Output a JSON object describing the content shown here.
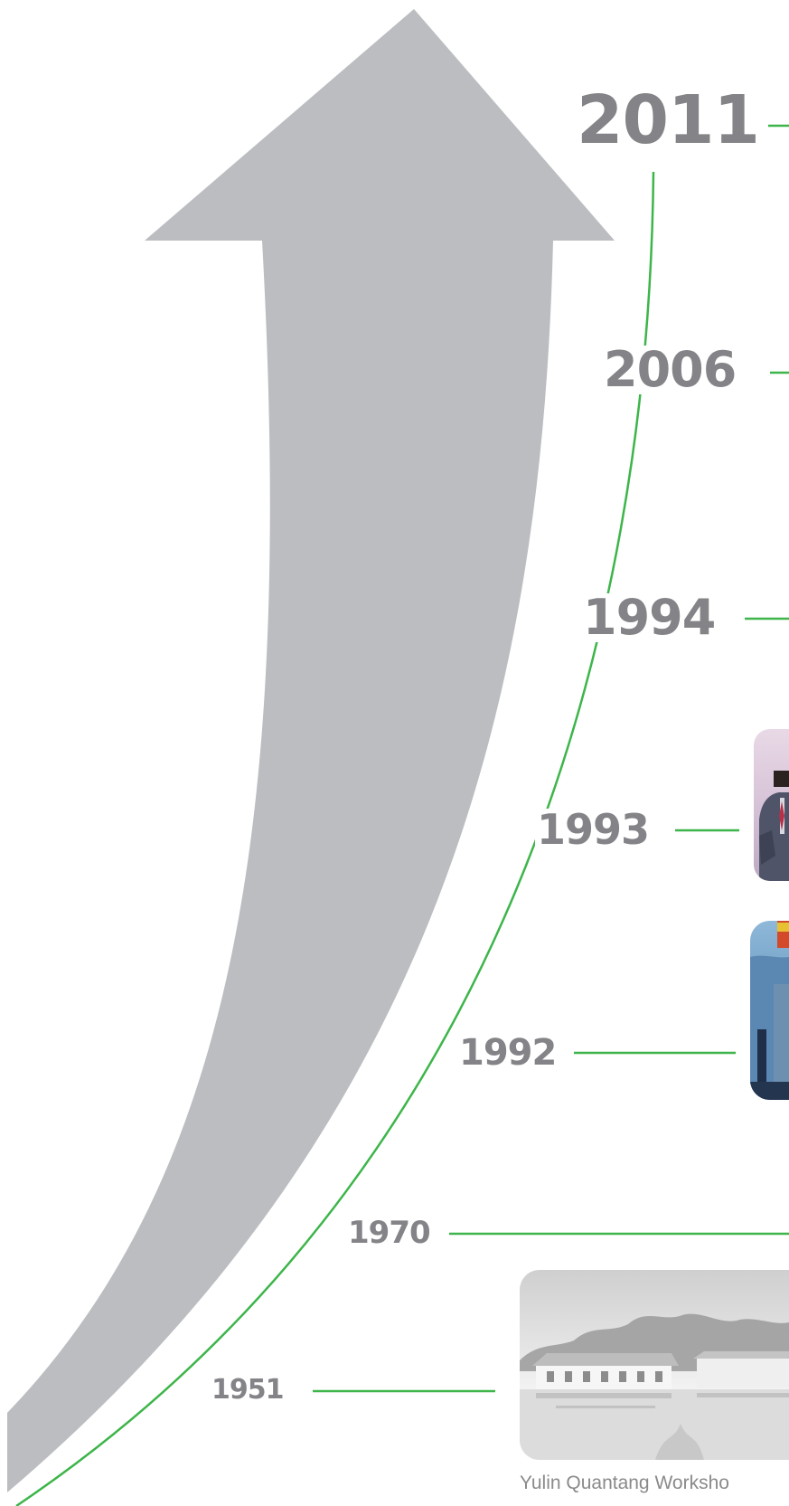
{
  "colors": {
    "arrow": "#bbbdc1",
    "timeline_line": "#3db54a",
    "year_text": "#848488",
    "caption_text": "#8a8a8d"
  },
  "timeline": {
    "years": [
      {
        "label": "2011"
      },
      {
        "label": "2006"
      },
      {
        "label": "1994"
      },
      {
        "label": "1993"
      },
      {
        "label": "1992"
      },
      {
        "label": "1970"
      },
      {
        "label": "1951"
      }
    ]
  },
  "photos": {
    "workshop_caption": "Yulin Quantang Worksho"
  }
}
